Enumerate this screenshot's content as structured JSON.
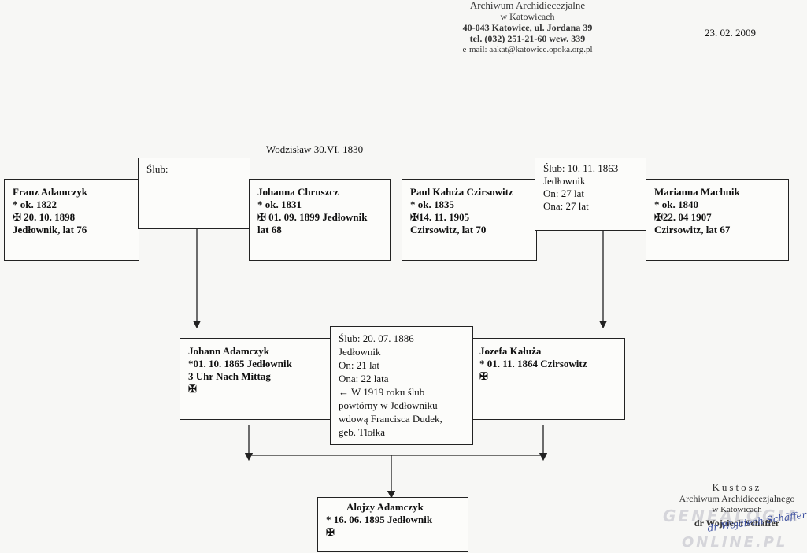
{
  "header": {
    "archive_lines": [
      "Archiwum Archidiecezjalne",
      "w Katowicach",
      "40-043 Katowice, ul. Jordana 39",
      "tel. (032) 251-21-60 wew. 339",
      "e-mail: aakat@katowice.opoka.org.pl"
    ],
    "date": "23. 02. 2009"
  },
  "gen1_left": {
    "marriage_place": "Wodzisław 30.VI. 1830",
    "husband": [
      "Franz Adamczyk",
      "*       ok. 1822",
      "✠ 20. 10. 1898",
      "Jedłownik, lat 76"
    ],
    "marriage": [
      "Ślub:"
    ],
    "wife": [
      "Johanna Chruszcz",
      "*       ok. 1831",
      "✠ 01. 09. 1899 Jedłownik",
      "lat  68"
    ]
  },
  "gen1_right": {
    "husband": [
      "Paul Kałuża Czirsowitz",
      "*       ok. 1835",
      "✠14. 11. 1905",
      "Czirsowitz, lat 70"
    ],
    "marriage": [
      "Ślub: 10. 11. 1863",
      "Jedłownik",
      "On: 27 lat",
      "Ona: 27 lat"
    ],
    "wife": [
      "Marianna Machnik",
      "*       ok. 1840",
      "✠22. 04 1907",
      "Czirsowitz, lat 67"
    ]
  },
  "gen2": {
    "husband": [
      "Johann Adamczyk",
      "*01. 10. 1865 Jedłownik",
      "3 Uhr Nach Mittag",
      "✠"
    ],
    "marriage": [
      "Ślub: 20. 07. 1886",
      "Jedłownik",
      "On: 21 lat",
      "Ona: 22 lata",
      "← W 1919 roku ślub",
      "powtórny w Jedłowniku",
      "wdową Francisca Dudek,",
      "geb. Tlołka"
    ],
    "wife": [
      "Jozefa Kałuża",
      "* 01. 11. 1864 Czirsowitz",
      "✠"
    ]
  },
  "gen3": {
    "person": [
      "Alojzy Adamczyk",
      "* 16. 06. 1895 Jedłownik",
      "✠"
    ]
  },
  "signature": {
    "lines": [
      "Kustosz",
      "Archiwum Archidiecezjalnego",
      "w Katowicach",
      "dr Wojciech Schäffer"
    ],
    "handwriting": "dr Wojciech Schäffer"
  },
  "watermark": [
    "GENEALOGIA",
    "ONLINE.PL"
  ]
}
